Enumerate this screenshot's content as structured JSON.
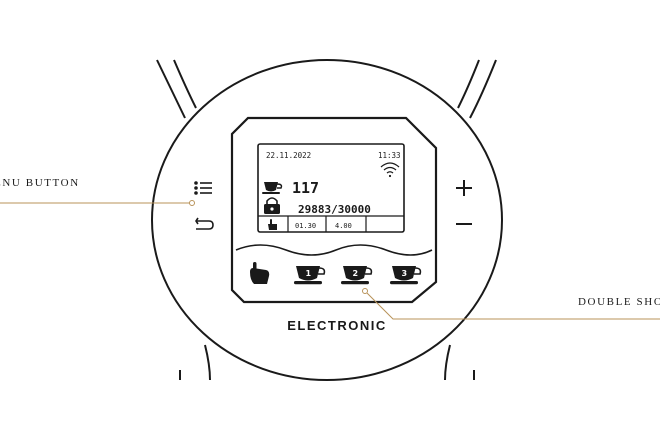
{
  "colors": {
    "line": "#1a1a1a",
    "callout": "#b8935a",
    "background": "#ffffff"
  },
  "display": {
    "date": "22.11.2022",
    "time": "11:33",
    "cup_count": "117",
    "counter": "29883/30000",
    "param_1": "01.30",
    "param_2": "4.00",
    "wifi_icon": "wifi-icon",
    "cup_icon": "cup-icon",
    "lock_icon": "lock-icon",
    "hand_icon": "hand-pointer-icon"
  },
  "buttons": {
    "menu_icon": "menu-list-icon",
    "back_icon": "return-arrow-icon",
    "plus": "+",
    "minus": "−",
    "cup_1": "1",
    "cup_2": "2",
    "cup_3": "3"
  },
  "brand": "ELECTRONIC",
  "callouts": {
    "menu_button": "ENU BUTTON",
    "double_shot": "DOUBLE SHO"
  }
}
